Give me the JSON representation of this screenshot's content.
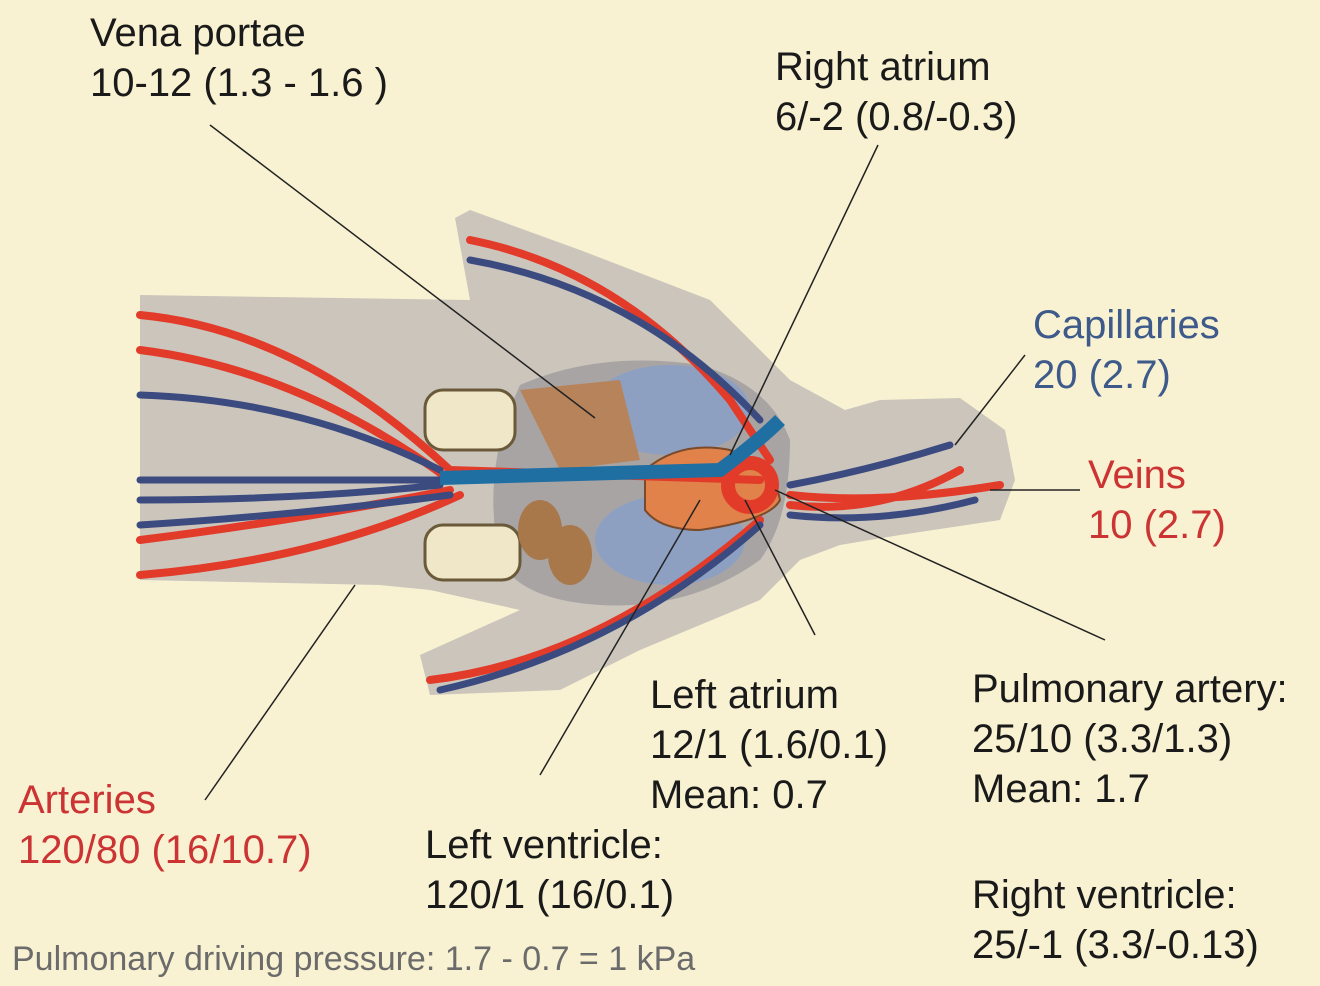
{
  "colors": {
    "background": "#f8f2d2",
    "body": "#cbc5bc",
    "artery": "#e23b2a",
    "vein": "#3b4b80",
    "portal": "#1f6fa3",
    "heart": "#e0824a",
    "organ": "#b7835b",
    "label_red": "#cc3333",
    "label_blue": "#3d5a8a"
  },
  "labels": {
    "vena_portae": {
      "name": "Vena portae",
      "value": "10-12  (1.3 - 1.6 )"
    },
    "right_atrium": {
      "name": "Right atrium",
      "value": "6/-2 (0.8/-0.3)"
    },
    "capillaries": {
      "name": "Capillaries",
      "value": "20 (2.7)"
    },
    "veins": {
      "name": "Veins",
      "value": "10 (2.7)"
    },
    "left_atrium": {
      "name": "Left atrium",
      "value": "12/1 (1.6/0.1)",
      "mean": "Mean: 0.7"
    },
    "pulmonary_artery": {
      "name": "Pulmonary artery:",
      "value": "25/10 (3.3/1.3)",
      "mean": "Mean: 1.7"
    },
    "right_ventricle": {
      "name": "Right ventricle:",
      "value": "25/-1 (3.3/-0.13)"
    },
    "left_ventricle": {
      "name": "Left ventricle:",
      "value": "120/1 (16/0.1)"
    },
    "arteries": {
      "name": "Arteries",
      "value": "120/80  (16/10.7)"
    }
  },
  "footer": "Pulmonary driving pressure: 1.7 - 0.7 = 1 kPa"
}
